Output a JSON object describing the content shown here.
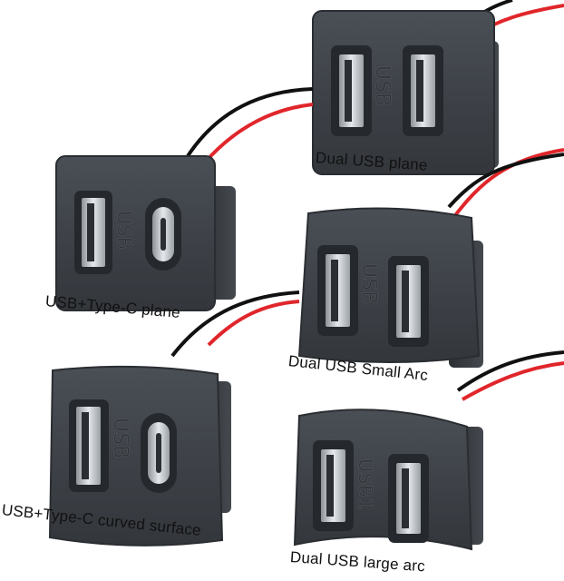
{
  "products": [
    {
      "id": "dual-usb-plane",
      "caption": "Dual USB plane",
      "ports": [
        "usb-a",
        "usb-a"
      ],
      "logo_text": "USB"
    },
    {
      "id": "usb-typec-plane",
      "caption": "USB+Type-C plane",
      "ports": [
        "usb-a",
        "usb-c"
      ],
      "logo_text": "USB"
    },
    {
      "id": "dual-usb-small-arc",
      "caption": "Dual USB Small Arc",
      "ports": [
        "usb-a",
        "usb-a"
      ],
      "logo_text": "USB"
    },
    {
      "id": "usb-typec-curved",
      "caption": "USB+Type-C curved surface",
      "ports": [
        "usb-a",
        "usb-c"
      ],
      "logo_text": "USB"
    },
    {
      "id": "dual-usb-large-arc",
      "caption": "Dual USB large arc",
      "ports": [
        "usb-a",
        "usb-a"
      ],
      "logo_text": "USB1"
    }
  ],
  "colors": {
    "background": "#ffffff",
    "housing": "#3b3f45",
    "housing_edge": "#2a2d31",
    "port_metal": "#c9cdd2",
    "wire_red": "#e0262b",
    "wire_black": "#111111"
  }
}
